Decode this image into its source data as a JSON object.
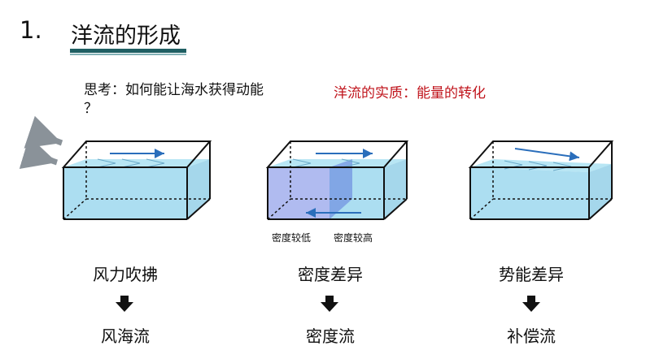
{
  "heading": {
    "number": "1.",
    "title": "洋流的形成"
  },
  "question": {
    "line1": "思考：如何能让海水获得动能",
    "line2": "？"
  },
  "essence": "洋流的实质：能量的转化",
  "density_labels": {
    "low": "密度较低",
    "high": "密度较高"
  },
  "columns": [
    {
      "cause": "风力吹拂",
      "result": "风海流"
    },
    {
      "cause": "密度差异",
      "result": "密度流"
    },
    {
      "cause": "势能差异",
      "result": "补偿流"
    }
  ],
  "colors": {
    "title_underline": "#1f5f63",
    "essence_text": "#c0141c",
    "water": "#9ed8ee",
    "flow_arrow": "#2a6ebb",
    "low_density_water": "#a7b4ee"
  }
}
